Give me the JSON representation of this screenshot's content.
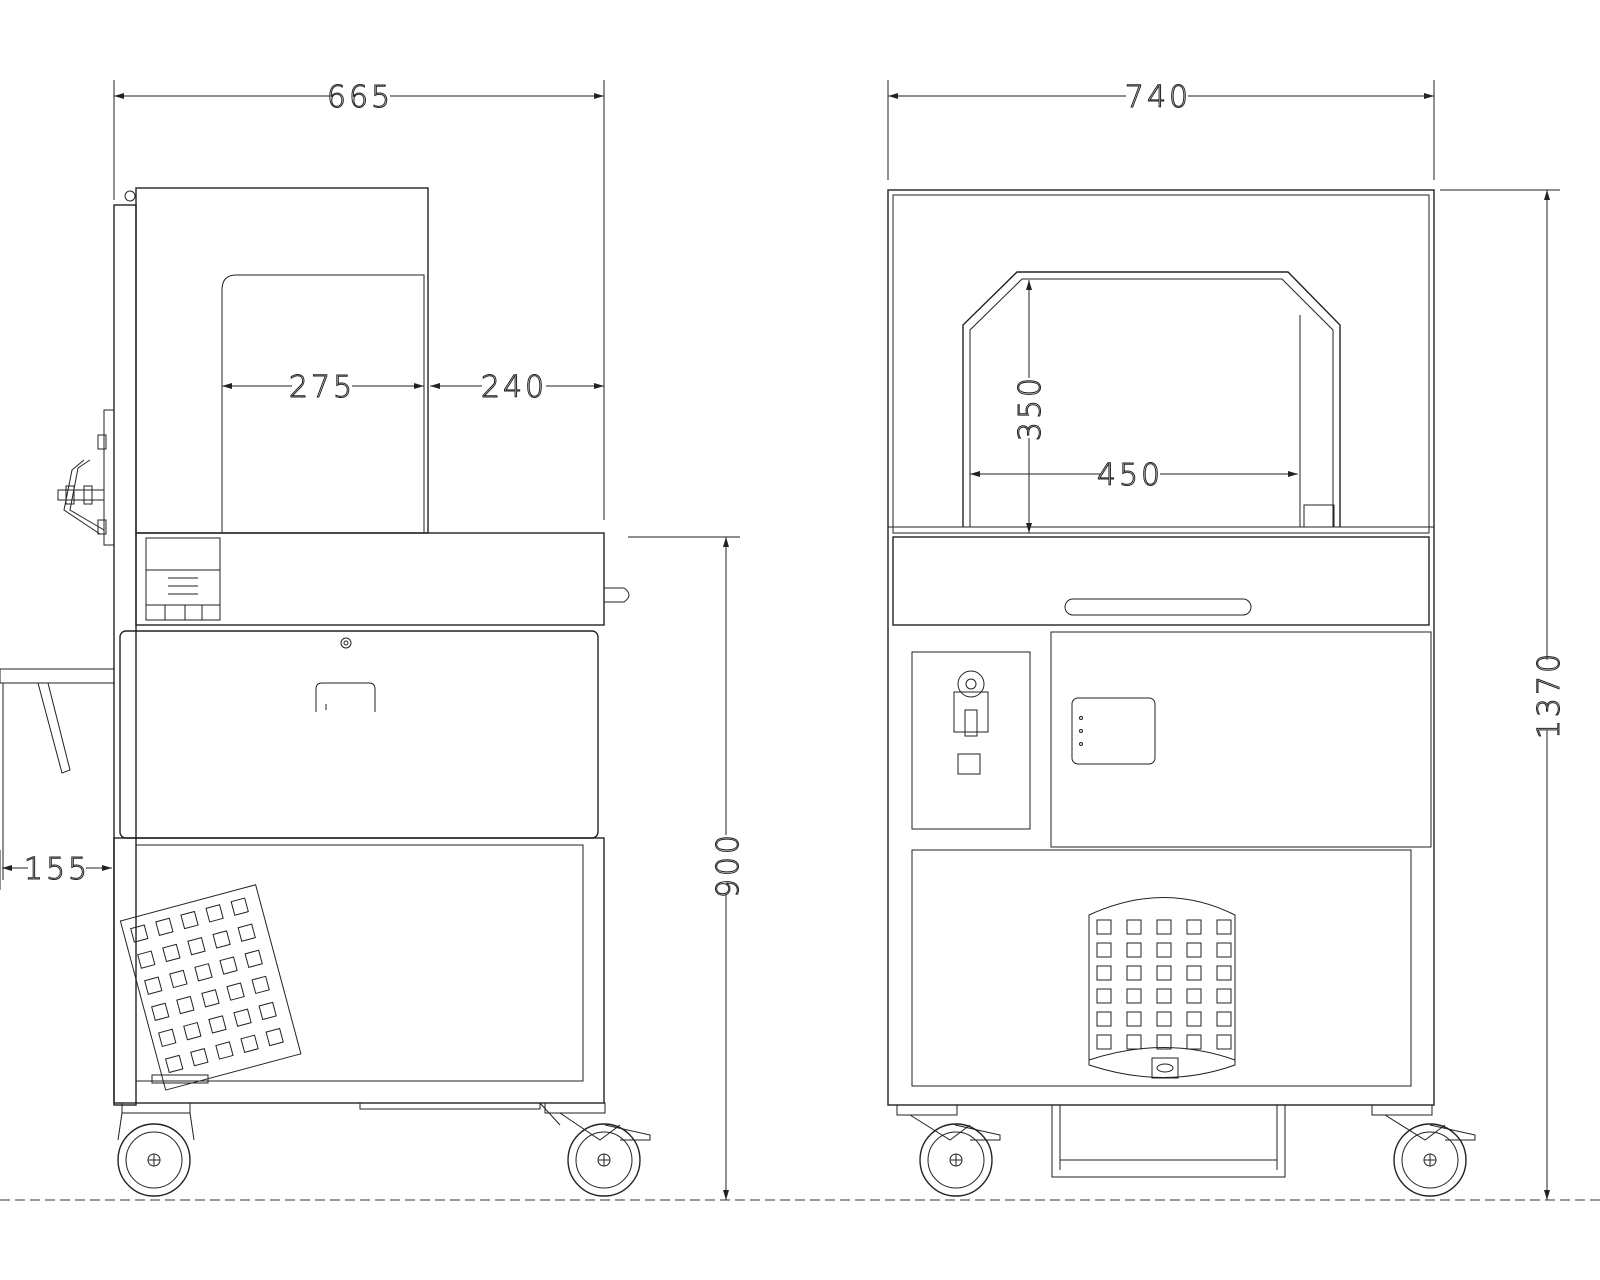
{
  "dimensions": {
    "side_width": "665",
    "front_width": "740",
    "opening_depth": "275",
    "front_offset": "240",
    "opening_height": "350",
    "opening_width": "450",
    "table_height": "900",
    "total_height": "1370",
    "shelf_projection": "155"
  },
  "colors": {
    "line": "#222222",
    "background": "#ffffff"
  }
}
